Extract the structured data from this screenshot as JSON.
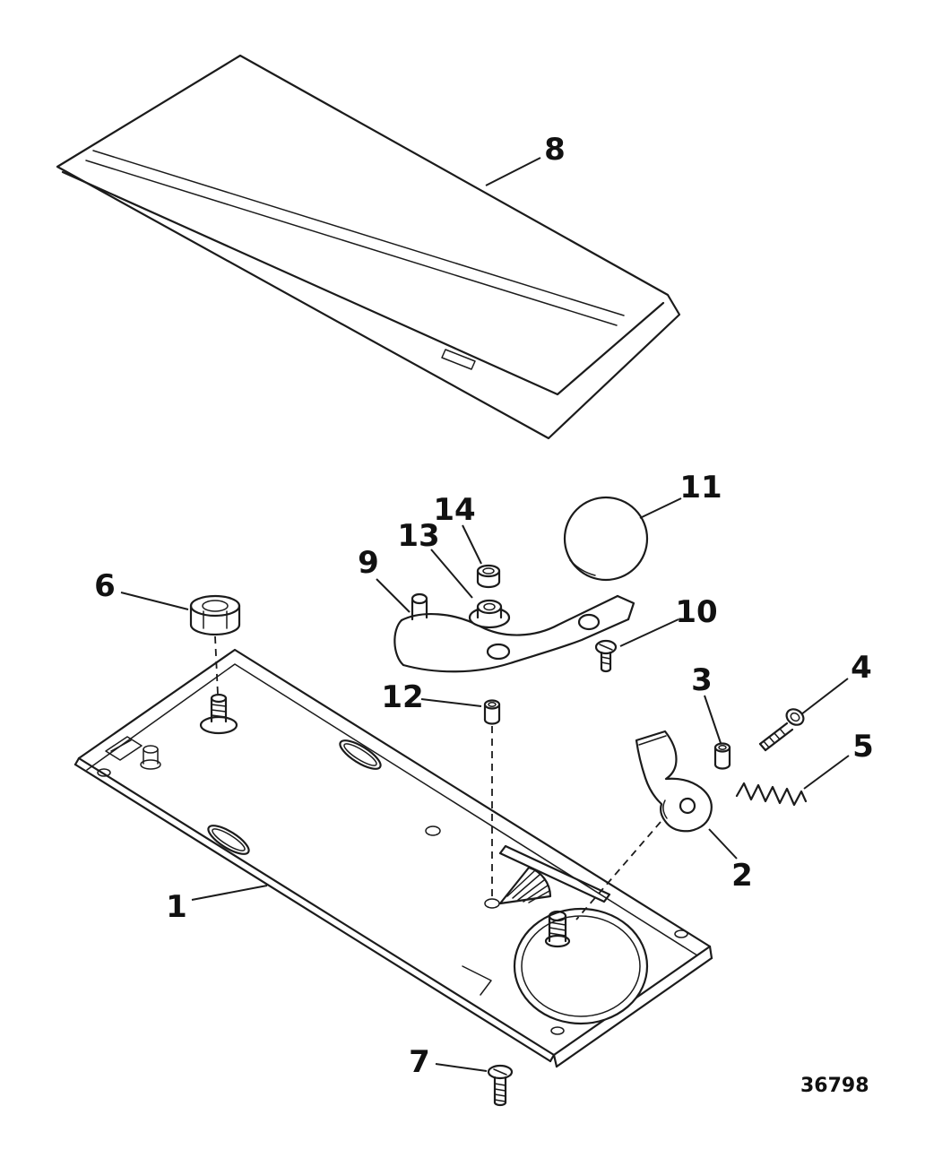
{
  "figure": {
    "drawing_number": "36798"
  },
  "colors": {
    "ink": "#1b1b1b",
    "background": "#ffffff"
  },
  "callouts": [
    {
      "label": "1"
    },
    {
      "label": "2"
    },
    {
      "label": "3"
    },
    {
      "label": "4"
    },
    {
      "label": "5"
    },
    {
      "label": "6"
    },
    {
      "label": "7"
    },
    {
      "label": "8"
    },
    {
      "label": "9"
    },
    {
      "label": "10"
    },
    {
      "label": "11"
    },
    {
      "label": "12"
    },
    {
      "label": "13"
    },
    {
      "label": "14"
    }
  ]
}
